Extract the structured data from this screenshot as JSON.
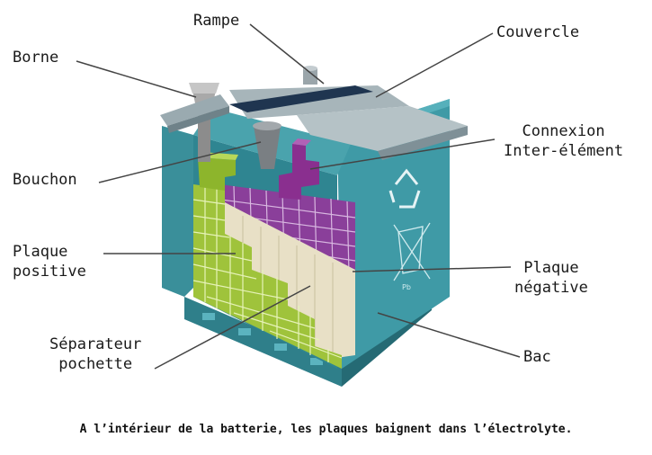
{
  "labels": {
    "rampe": "Rampe",
    "borne": "Borne",
    "couvercle": "Couvercle",
    "bouchon": "Bouchon",
    "connexion_line1": "Connexion",
    "connexion_line2": "Inter-élément",
    "plaque_positive_line1": "Plaque",
    "plaque_positive_line2": "positive",
    "plaque_negative_line1": "Plaque",
    "plaque_negative_line2": "négative",
    "separateur_line1": "Séparateur",
    "separateur_line2": "pochette",
    "bac": "Bac",
    "pb_mark": "Pb"
  },
  "caption": "A l’intérieur de la batterie, les plaques baignent dans l’électrolyte.",
  "colors": {
    "case": "#3f9aa6",
    "case_dark": "#2c7580",
    "lid": "#8f9ea4",
    "rail": "#1f3550",
    "positive_plate": "#9fc33b",
    "negative_plate": "#8a3f9a",
    "separator": "#e8e0c6",
    "leader": "#444444"
  }
}
